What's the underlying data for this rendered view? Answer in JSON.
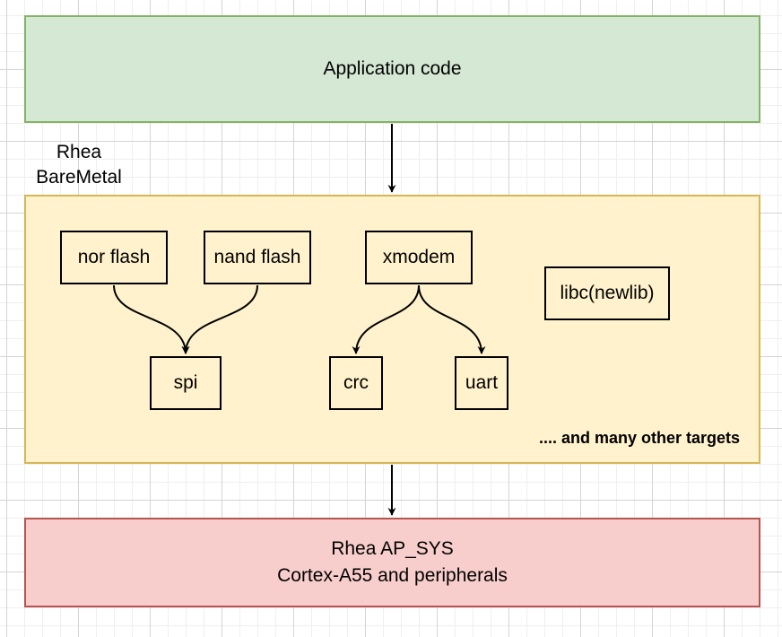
{
  "layers": {
    "application": "Application code",
    "group_label_line1": "Rhea",
    "group_label_line2": "BareMetal",
    "system_line1": "Rhea AP_SYS",
    "system_line2": "Cortex-A55 and peripherals"
  },
  "modules": {
    "nor_flash": "nor flash",
    "nand_flash": "nand flash",
    "xmodem": "xmodem",
    "libc": "libc(newlib)",
    "spi": "spi",
    "crc": "crc",
    "uart": "uart"
  },
  "note": ".... and many other targets",
  "colors": {
    "application_fill": "#d5e8d4",
    "application_stroke": "#82b366",
    "baremetal_fill": "#fff2cc",
    "baremetal_stroke": "#d6b656",
    "system_fill": "#f8cecc",
    "system_stroke": "#b85450"
  }
}
